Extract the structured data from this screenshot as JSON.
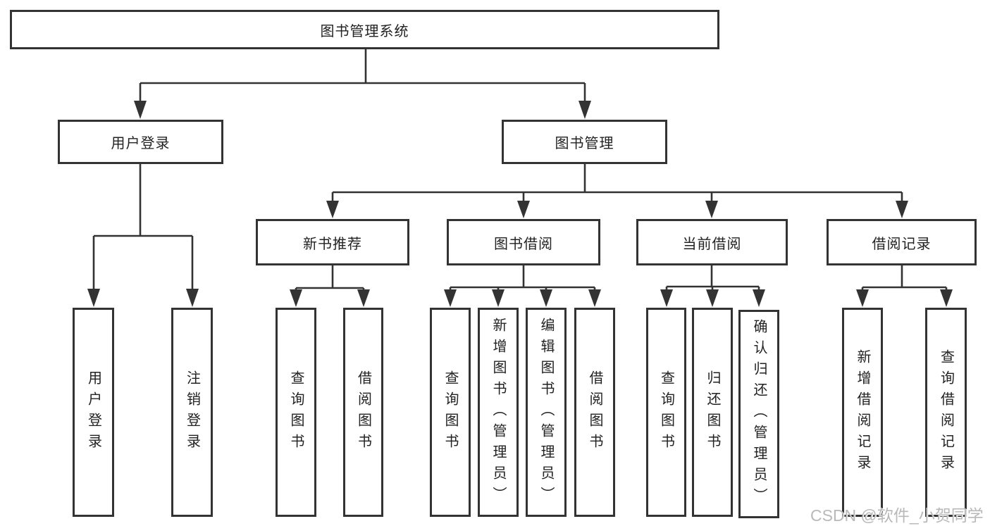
{
  "tree": {
    "root": {
      "label": "图书管理系统"
    },
    "branches": [
      {
        "label": "用户登录",
        "children": [
          {
            "label": "用户登录"
          },
          {
            "label": "注销登录"
          }
        ]
      },
      {
        "label": "图书管理",
        "children": [
          {
            "label": "新书推荐",
            "children": [
              {
                "label": "查询图书"
              },
              {
                "label": "借阅图书"
              }
            ]
          },
          {
            "label": "图书借阅",
            "children": [
              {
                "label": "查询图书"
              },
              {
                "label": "新增图书（管理员）"
              },
              {
                "label": "编辑图书（管理员）"
              },
              {
                "label": "借阅图书"
              }
            ]
          },
          {
            "label": "当前借阅",
            "children": [
              {
                "label": "查询图书"
              },
              {
                "label": "归还图书"
              },
              {
                "label": "确认归还（管理员）"
              }
            ]
          },
          {
            "label": "借阅记录",
            "children": [
              {
                "label": "新增借阅记录"
              },
              {
                "label": "查询借阅记录"
              }
            ]
          }
        ]
      }
    ]
  },
  "watermark": "CSDN @软件_小贺同学",
  "colors": {
    "line": "#333333",
    "text": "#222222",
    "background": "#ffffff",
    "watermark": "#b9b9b9"
  }
}
